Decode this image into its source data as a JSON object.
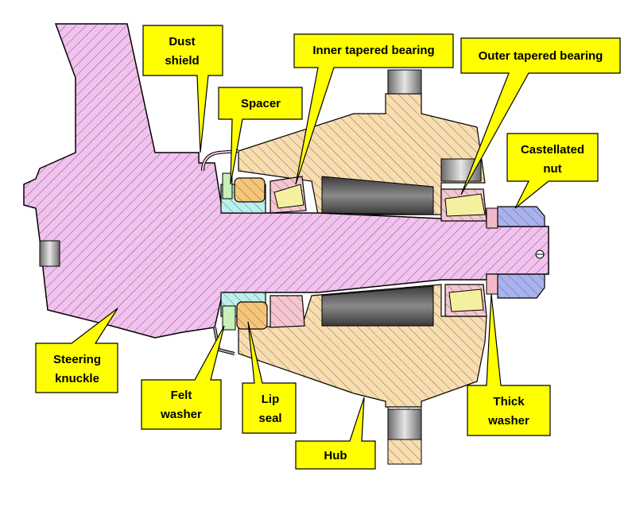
{
  "colors": {
    "knuckle": "#f2c2ee",
    "hub": "#f7ddb0",
    "bearing_race": "#f5c6d2",
    "bearing_roller": "#f4f0a0",
    "spacer": "#b9f0ee",
    "felt_washer": "#c8f0b8",
    "lip_seal": "#f5c67a",
    "nut": "#a8b2f0",
    "thick_washer": "#f2b8c8",
    "bore": "#555555",
    "stud": "#a8a8a8",
    "callout_fill": "#ffff00",
    "outline": "#000000"
  },
  "labels": [
    {
      "id": "dust-shield",
      "lines": [
        "Dust",
        "shield"
      ]
    },
    {
      "id": "spacer",
      "lines": [
        "Spacer"
      ]
    },
    {
      "id": "inner-bearing",
      "lines": [
        "Inner tapered  bearing"
      ]
    },
    {
      "id": "outer-bearing",
      "lines": [
        "Outer tapered bearing"
      ]
    },
    {
      "id": "castellated-nut",
      "lines": [
        "Castellated",
        "nut"
      ]
    },
    {
      "id": "steering-knuckle",
      "lines": [
        "Steering",
        "knuckle"
      ]
    },
    {
      "id": "felt-washer",
      "lines": [
        "Felt",
        "washer"
      ]
    },
    {
      "id": "lip-seal",
      "lines": [
        "Lip",
        "seal"
      ]
    },
    {
      "id": "hub",
      "lines": [
        "Hub"
      ]
    },
    {
      "id": "thick-washer",
      "lines": [
        "Thick",
        "washer"
      ]
    }
  ]
}
